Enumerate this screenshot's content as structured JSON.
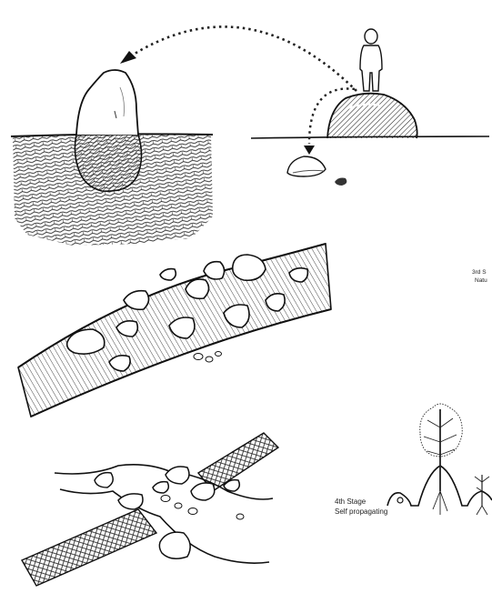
{
  "labels": {
    "stage3_line1": "3rd S",
    "stage3_line2": "Natu",
    "stage4_line1": "4th Stage",
    "stage4_line2": "Self propagating"
  },
  "colors": {
    "ink": "#1a1a1a",
    "dark_fill": "#5a5a5a",
    "mid_fill": "#8d8d8d",
    "paper": "#ffffff"
  }
}
